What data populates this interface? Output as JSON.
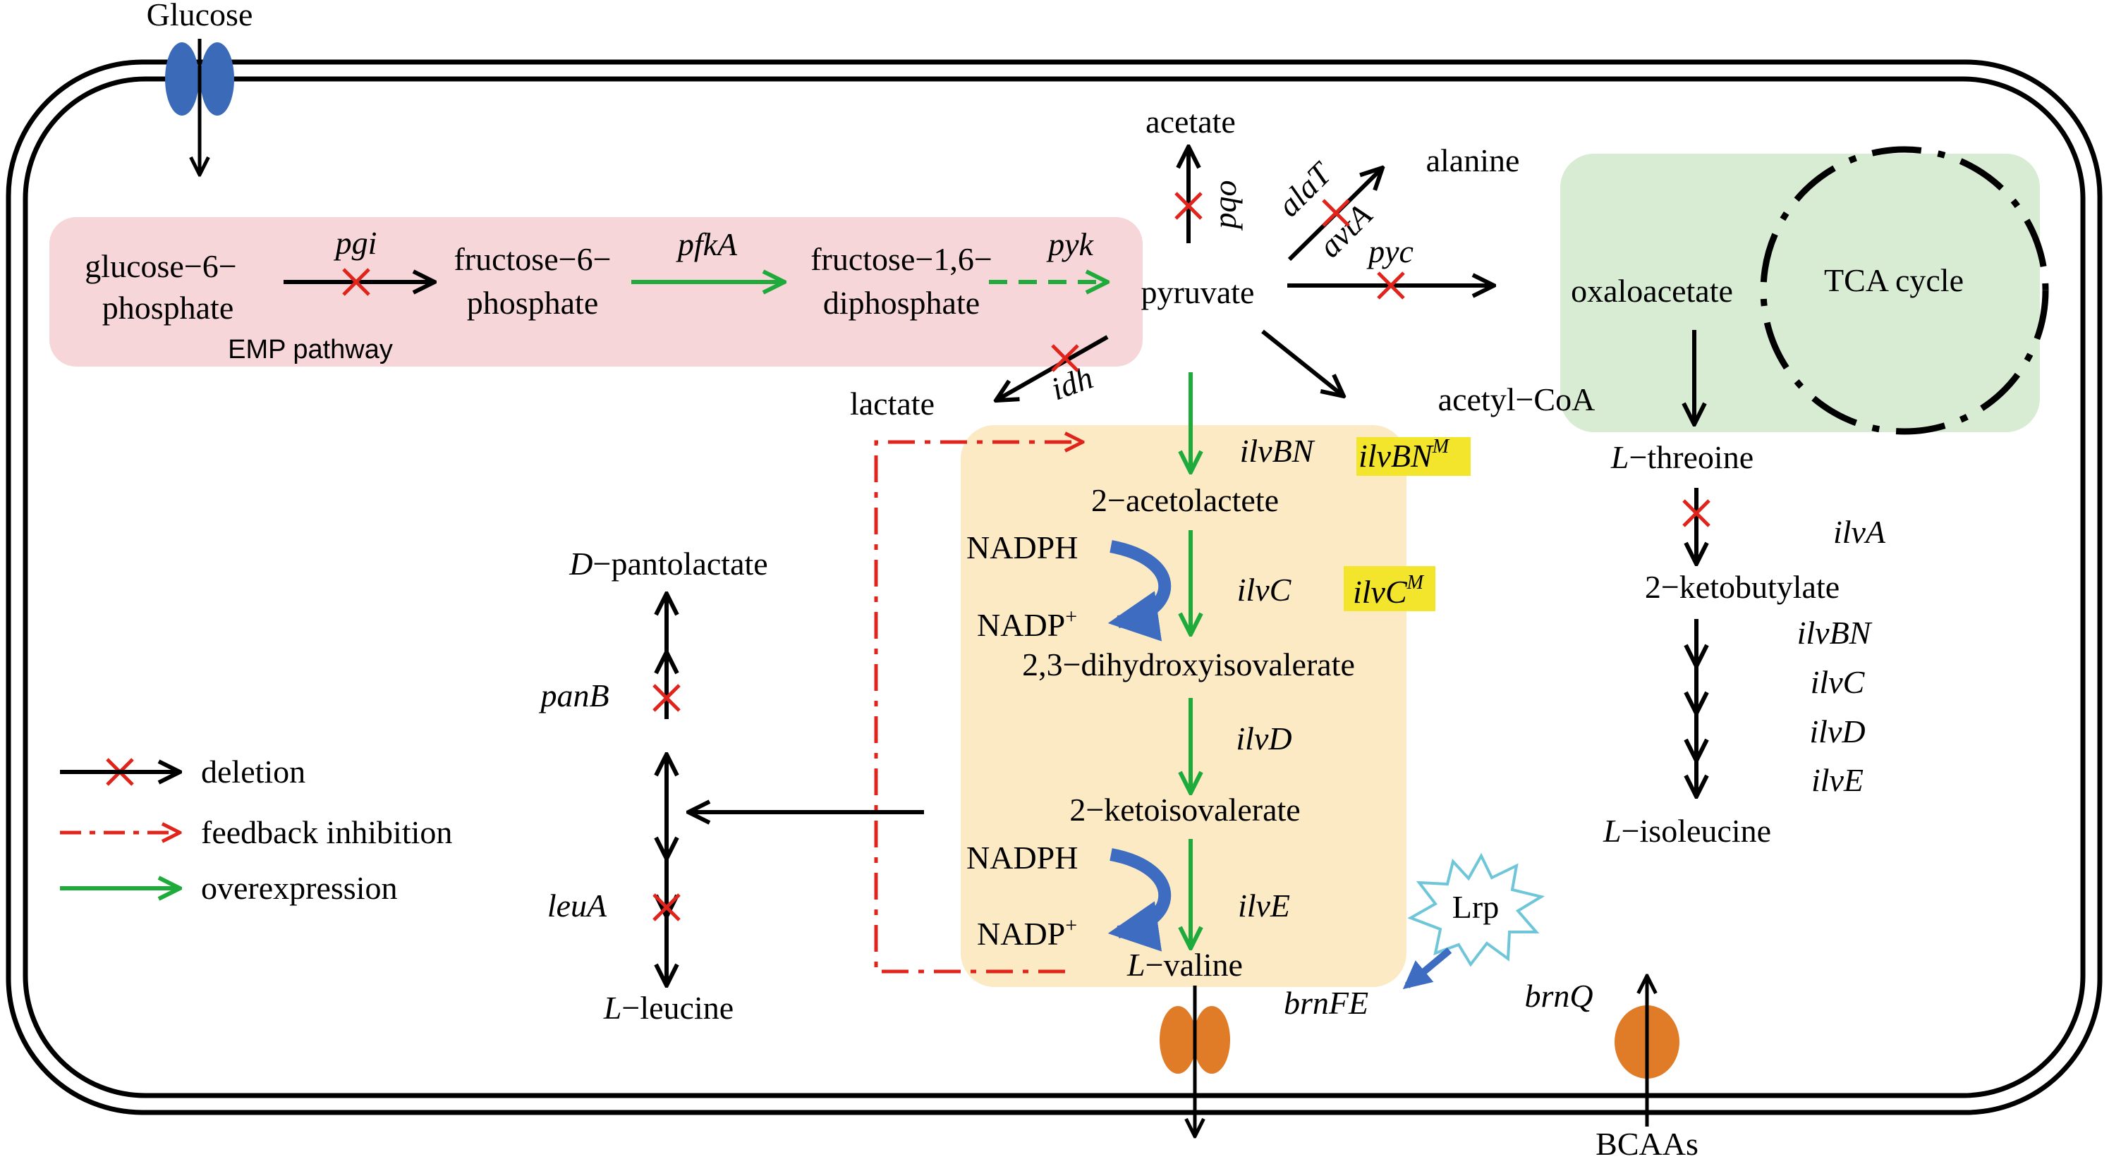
{
  "colors": {
    "arrow": "#000000",
    "overexpression": "#1faa3c",
    "feedback": "#e0241b",
    "deletion_cross": "#e0241b",
    "emp_box": "#f6d6d9",
    "tca_box": "#d8ecd4",
    "valine_box": "#fbeac3",
    "gene_highlight": "#f2e52c",
    "transporter_blue": "#3b6ab8",
    "transporter_orange": "#e07b28",
    "nadph_arrow": "#3d6cc0"
  },
  "labels": {
    "glucose": "Glucose",
    "g6p_1": "glucose−6−",
    "g6p_2": "phosphate",
    "f6p_1": "fructose−6−",
    "f6p_2": "phosphate",
    "fdp_1": "fructose−1,6−",
    "fdp_2": "diphosphate",
    "emp_pathway": "EMP pathway",
    "pyruvate": "pyruvate",
    "acetate": "acetate",
    "alanine": "alanine",
    "lactate": "lactate",
    "acetyl_coa": "acetyl−CoA",
    "oxaloacetate": "oxaloacetate",
    "tca_cycle": "TCA cycle",
    "threonine_prefix": "L",
    "threonine_rest": "−threoine",
    "ketobutylate": "2−ketobutylate",
    "isoleucine_prefix": "L",
    "isoleucine_rest": "−isoleucine",
    "acetolactete": "2−acetolactete",
    "dihydroxy": "2,3−dihydroxyisovalerate",
    "ketoisovalerate": "2−ketoisovalerate",
    "valine_prefix": "L",
    "valine_rest": "−valine",
    "nadph_1": "NADPH",
    "nadp_1": "NADP",
    "nadph_2": "NADPH",
    "nadp_2": "NADP",
    "plus": "+",
    "pantolactate_prefix": "D",
    "pantolactate_rest": "−pantolactate",
    "leucine_prefix": "L",
    "leucine_rest": "−leucine",
    "lrp": "Lrp",
    "bcaas": "BCAAs"
  },
  "genes": {
    "pgi": "pgi",
    "pfkA": "pfkA",
    "pyk": "pyk",
    "pqo": "pqo",
    "alaT": "alaT",
    "avtA": "avtA",
    "pyc": "pyc",
    "idh": "idh",
    "ilvBN": "ilvBN",
    "ilvBN_M_base": "ilvBN",
    "ilvBN_M_sup": "M",
    "ilvC": "ilvC",
    "ilvC_M_base": "ilvC",
    "ilvC_M_sup": "M",
    "ilvD": "ilvD",
    "ilvE": "ilvE",
    "ilvA": "ilvA",
    "ile_ilvBN": "ilvBN",
    "ile_ilvC": "ilvC",
    "ile_ilvD": "ilvD",
    "ile_ilvE": "ilvE",
    "panB": "panB",
    "leuA": "leuA",
    "brnFE": "brnFE",
    "brnQ": "brnQ"
  },
  "legend": {
    "deletion": "deletion",
    "feedback": "feedback inhibition",
    "overexpression": "overexpression"
  }
}
